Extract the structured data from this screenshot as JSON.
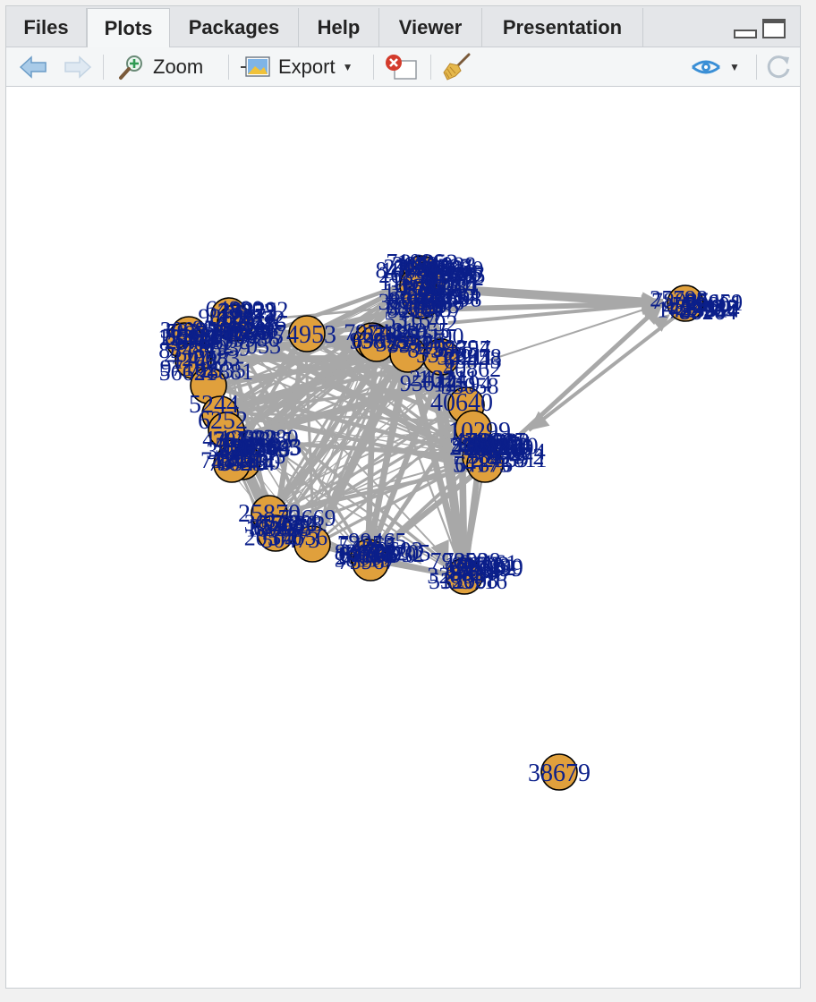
{
  "tabs": [
    "Files",
    "Plots",
    "Packages",
    "Help",
    "Viewer",
    "Presentation"
  ],
  "active_tab": "Plots",
  "toolbar": {
    "zoom_label": "Zoom",
    "export_label": "Export"
  },
  "colors": {
    "node_fill": "#e0a03c",
    "node_stroke": "#000000",
    "label": "#0b1f8a",
    "edge": "#a8a8a8"
  },
  "graph": {
    "visible_labels": [
      "74953",
      "10299",
      "25870",
      "38679",
      "10111",
      "40640",
      "5244",
      "6252"
    ]
  }
}
